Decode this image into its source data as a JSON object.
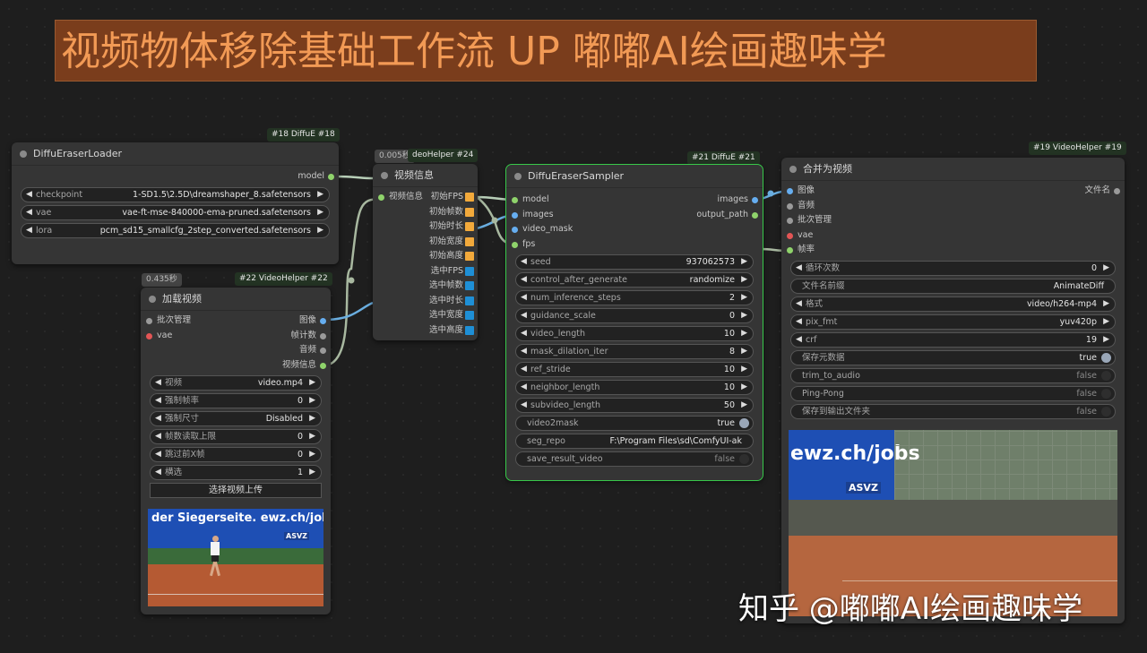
{
  "banner": {
    "text": "视频物体移除基础工作流  UP 嘟嘟AI绘画趣味学"
  },
  "watermark": "知乎 @嘟嘟AI绘画趣味学",
  "colors": {
    "slot_green": "#8fd36b",
    "slot_blue": "#66aef0",
    "slot_red": "#e25555",
    "slot_gray": "#9a9a9a",
    "sq_orange": "#f2a93b",
    "sq_blue": "#1e8fd6",
    "selected": "#38c84a"
  },
  "loader": {
    "badge": "#18 DiffuE  #18",
    "title": "DiffuEraserLoader",
    "output": "model",
    "widgets": [
      {
        "name": "checkpoint",
        "value": "1-SD1.5\\2.5D\\dreamshaper_8.safetensors"
      },
      {
        "name": "vae",
        "value": "vae-ft-mse-840000-ema-pruned.safetensors"
      },
      {
        "name": "lora",
        "value": "pcm_sd15_smallcfg_2step_converted.safetensors"
      }
    ]
  },
  "load_video": {
    "timer": "0.435秒",
    "badge": "#22 VideoHelper  #22",
    "title": "加载视频",
    "inputs": [
      "批次管理",
      "vae"
    ],
    "outputs": [
      "图像",
      "帧计数",
      "音频",
      "视频信息"
    ],
    "widgets": [
      {
        "name": "视频",
        "value": "video.mp4"
      },
      {
        "name": "强制帧率",
        "value": "0"
      },
      {
        "name": "强制尺寸",
        "value": "Disabled"
      },
      {
        "name": "帧数读取上限",
        "value": "0"
      },
      {
        "name": "跳过前X帧",
        "value": "0"
      },
      {
        "name": "横选",
        "value": "1"
      }
    ],
    "button": "选择视频上传",
    "preview_text": "der Siegerseite. ewz.ch/jobs",
    "preview_logo": "ASVZ"
  },
  "video_info": {
    "timer": "0.005秒",
    "badge": "deoHelper  #24",
    "title": "视频信息",
    "input": "视频信息",
    "outputs": [
      "初始FPS",
      "初始帧数",
      "初始时长",
      "初始宽度",
      "初始高度",
      "选中FPS",
      "选中帧数",
      "选中时长",
      "选中宽度",
      "选中高度"
    ]
  },
  "sampler": {
    "badge": "#21 DiffuE  #21",
    "title": "DiffuEraserSampler",
    "inputs": [
      "model",
      "images",
      "video_mask",
      "fps"
    ],
    "outputs": [
      "images",
      "output_path"
    ],
    "widgets": [
      {
        "name": "seed",
        "value": "937062573"
      },
      {
        "name": "control_after_generate",
        "value": "randomize"
      },
      {
        "name": "num_inference_steps",
        "value": "2"
      },
      {
        "name": "guidance_scale",
        "value": "0"
      },
      {
        "name": "video_length",
        "value": "10"
      },
      {
        "name": "mask_dilation_iter",
        "value": "8"
      },
      {
        "name": "ref_stride",
        "value": "10"
      },
      {
        "name": "neighbor_length",
        "value": "10"
      },
      {
        "name": "subvideo_length",
        "value": "50"
      }
    ],
    "video2mask": {
      "name": "video2mask",
      "value": "true"
    },
    "seg_repo": {
      "name": "seg_repo",
      "value": "F:\\Program Files\\sd\\ComfyUI-ak"
    },
    "save_result_video": {
      "name": "save_result_video",
      "value": "false"
    }
  },
  "combine": {
    "badge": "#19 VideoHelper  #19",
    "title": "合并为视频",
    "inputs": [
      "图像",
      "音频",
      "批次管理",
      "vae",
      "帧率"
    ],
    "output": "文件名",
    "widgets": [
      {
        "name": "循环次数",
        "value": "0"
      },
      {
        "name": "文件名前缀",
        "value": "AnimateDiff"
      },
      {
        "name": "格式",
        "value": "video/h264-mp4"
      },
      {
        "name": "pix_fmt",
        "value": "yuv420p"
      },
      {
        "name": "crf",
        "value": "19"
      }
    ],
    "toggles": [
      {
        "name": "保存元数据",
        "value": "true"
      },
      {
        "name": "trim_to_audio",
        "value": "false"
      },
      {
        "name": "Ping-Pong",
        "value": "false"
      },
      {
        "name": "保存到输出文件夹",
        "value": "false"
      }
    ],
    "preview_text": "ewz.ch/jobs",
    "preview_logo": "ASVZ"
  }
}
